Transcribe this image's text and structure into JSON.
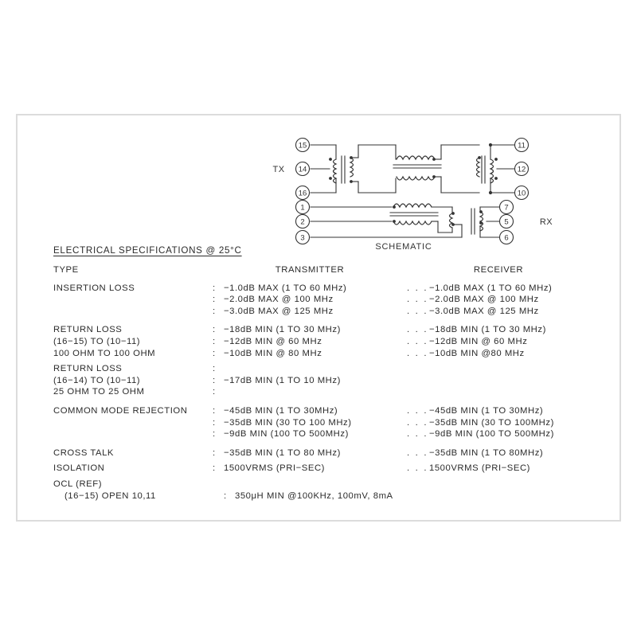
{
  "sheet": {
    "border_color": "#dcdcdc",
    "background": "#ffffff"
  },
  "schematic": {
    "caption": "SCHEMATIC",
    "tx_label": "TX",
    "rx_label": "RX",
    "tx_pins_left": [
      "15",
      "14",
      "16"
    ],
    "tx_pins_right": [
      "11",
      "12",
      "10"
    ],
    "rx_pins_left": [
      "1",
      "2",
      "3"
    ],
    "rx_pins_right": [
      "7",
      "5",
      "6"
    ]
  },
  "spec": {
    "title": "ELECTRICAL SPECIFICATIONS @ 25°C",
    "header": {
      "type": "TYPE",
      "transmitter": "TRANSMITTER",
      "receiver": "RECEIVER"
    },
    "dots": ". . .",
    "colon": ":",
    "rows": [
      {
        "type": "INSERTION LOSS",
        "tx": "−1.0dB MAX (1 TO 60 MHz)",
        "rx": "−1.0dB MAX (1 TO 60 MHz)"
      },
      {
        "type": "",
        "tx": "−2.0dB MAX @ 100 MHz",
        "rx": "−2.0dB MAX @ 100 MHz"
      },
      {
        "type": "",
        "tx": "−3.0dB MAX @ 125 MHz",
        "rx": "−3.0dB MAX @ 125 MHz"
      },
      {
        "type": "RETURN LOSS",
        "tx": "−18dB MIN (1 TO 30 MHz)",
        "rx": "−18dB MIN (1 TO 30 MHz)"
      },
      {
        "type": "(16−15) TO (10−11)",
        "tx": "−12dB MIN @ 60 MHz",
        "rx": "−12dB MIN @ 60 MHz"
      },
      {
        "type": "100 OHM TO 100 OHM",
        "tx": "−10dB MIN @ 80 MHz",
        "rx": "−10dB MIN @80 MHz"
      },
      {
        "type": "RETURN LOSS",
        "tx": "",
        "rx": ""
      },
      {
        "type": "(16−14) TO (10−11)",
        "tx": "−17dB MIN (1 TO 10 MHz)",
        "rx": ""
      },
      {
        "type": "25 OHM TO 25 OHM",
        "tx": "",
        "rx": ""
      },
      {
        "type": "COMMON MODE REJECTION",
        "tx": "−45dB MIN (1 TO 30MHz)",
        "rx": "−45dB MIN (1 TO 30MHz)"
      },
      {
        "type": "",
        "tx": "−35dB MIN (30 TO 100 MHz)",
        "rx": "−35dB MIN (30 TO 100MHz)"
      },
      {
        "type": "",
        "tx": "−9dB MIN (100 TO 500MHz)",
        "rx": "−9dB MIN (100 TO 500MHz)"
      },
      {
        "type": "CROSS TALK",
        "tx": "−35dB MIN (1 TO 80 MHz)",
        "rx": "−35dB MIN (1 TO 80MHz)"
      },
      {
        "type": "ISOLATION",
        "tx": "1500VRMS (PRI−SEC)",
        "rx": "1500VRMS (PRI−SEC)"
      },
      {
        "type": "OCL (REF)",
        "tx": "",
        "rx": ""
      },
      {
        "type": "(16−15) OPEN 10,11",
        "tx": "350μH MIN @100KHz, 100mV, 8mA",
        "rx": ""
      }
    ]
  }
}
